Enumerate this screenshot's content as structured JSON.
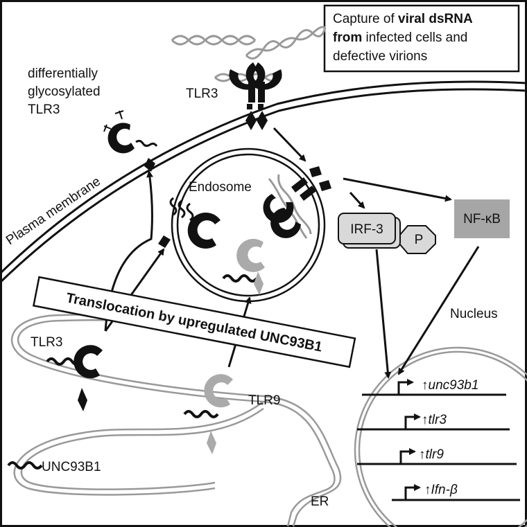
{
  "caption": {
    "line1_pre": "Capture of ",
    "line1_bold": "viral dsRNA",
    "line2_bold": "from",
    "line2_rest": " infected cells and",
    "line3": "defective virions"
  },
  "labels": {
    "diff_glyco": [
      "differentially",
      "glycosylated",
      "TLR3"
    ],
    "tlr3_surface": "TLR3",
    "plasma_membrane": "Plasma membrane",
    "endosome": "Endosome",
    "irf3": "IRF-3",
    "phospho": "P",
    "nfkb": "NF-κB",
    "nucleus": "Nucleus",
    "banner": "Translocation by upregulated UNC93B1",
    "tlr3_er": "TLR3",
    "tlr9": "TLR9",
    "unc93b1": "UNC93B1",
    "er": "ER"
  },
  "genes": [
    "unc93b1",
    "tlr3",
    "tlr9",
    "Ifn-β"
  ],
  "colors": {
    "tlr3": "#111111",
    "tlr9": "#aaaaaa",
    "irf3_fill": "#d9d9d9",
    "nfkb_fill": "#a6a6a6",
    "er": "#999999",
    "membrane": "#111111"
  }
}
